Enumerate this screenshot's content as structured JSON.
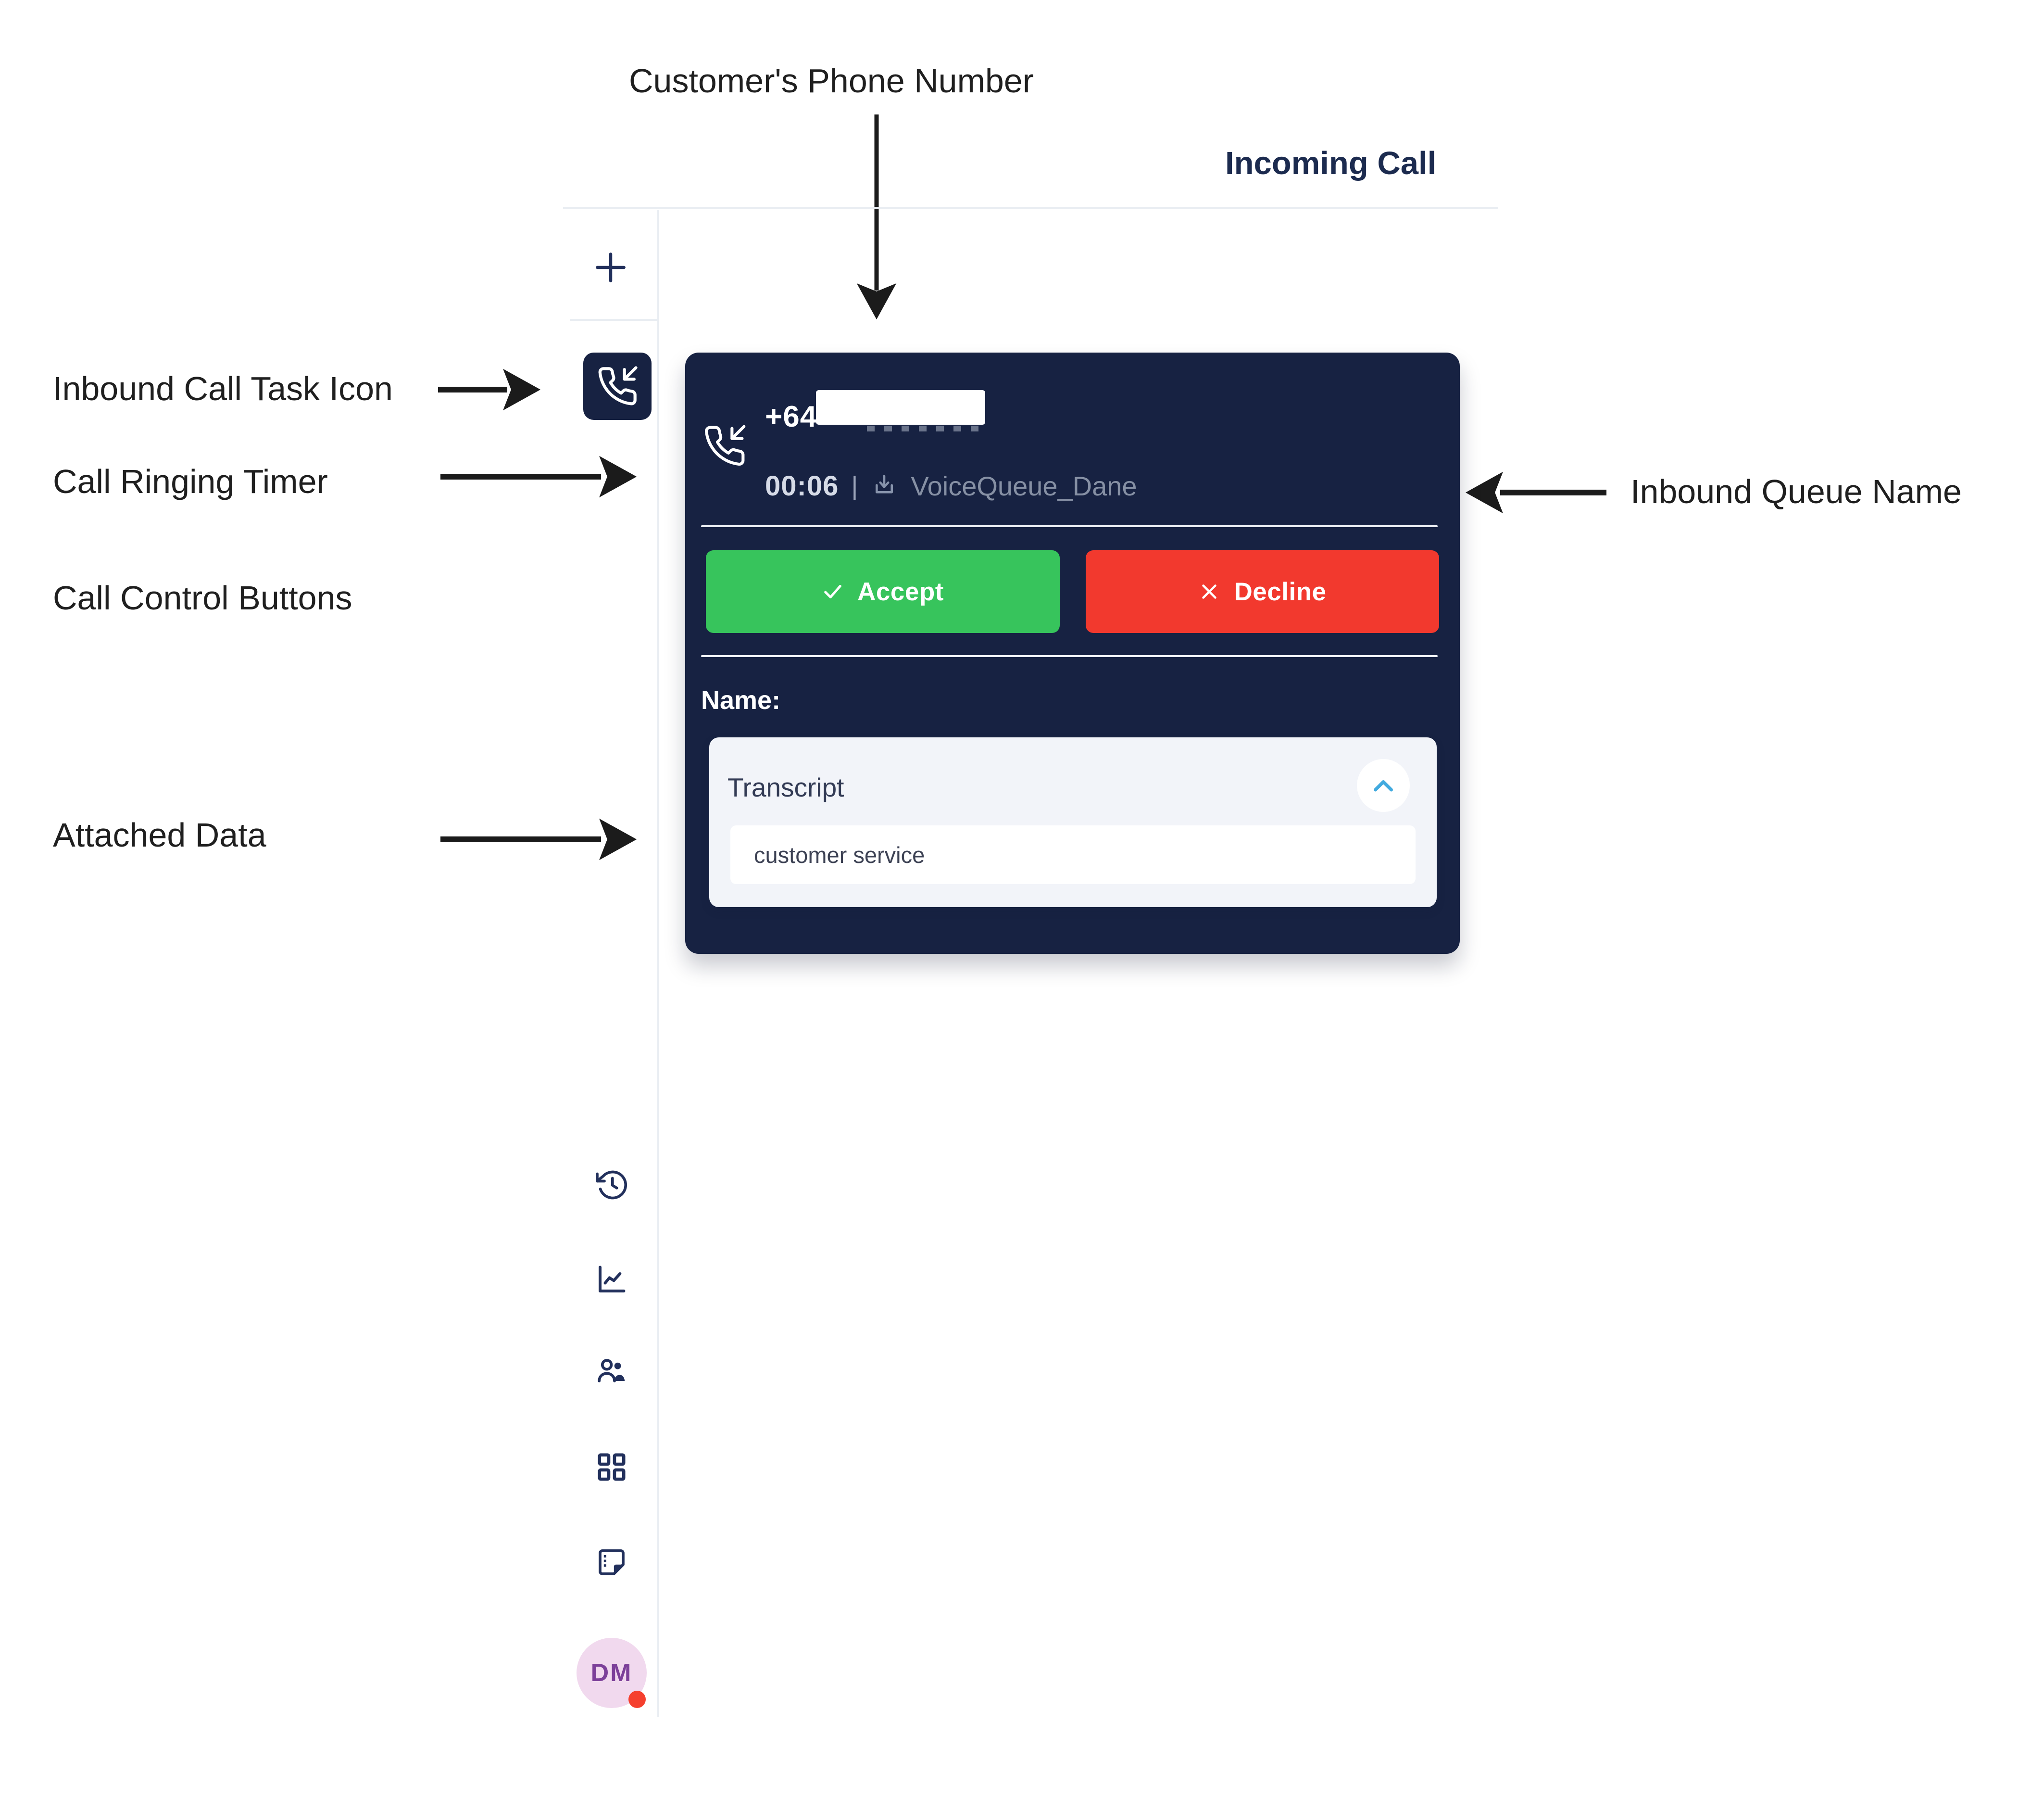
{
  "annotations": {
    "customer_phone": "Customer's Phone Number",
    "inbound_task": "Inbound Call Task Icon",
    "ringing_timer": "Call Ringing Timer",
    "call_controls": "Call Control Buttons",
    "attached_data": "Attached Data",
    "inbound_queue": "Inbound Queue Name"
  },
  "header": {
    "title": "Incoming Call"
  },
  "sidebar": {
    "icons": [
      "plus-icon",
      "phone-incoming-icon",
      "history-icon",
      "analytics-icon",
      "contacts-icon",
      "grid-icon",
      "notes-icon"
    ],
    "avatar": {
      "initials": "DM",
      "status": "busy"
    }
  },
  "call_card": {
    "phone_prefix": "+64",
    "timer": "00:06",
    "separator": "|",
    "queue_name": "VoiceQueue_Dane",
    "accept_label": "Accept",
    "decline_label": "Decline",
    "name_label": "Name:",
    "attached": {
      "title": "Transcript",
      "value": "customer service"
    }
  },
  "colors": {
    "card_navy": "#172242",
    "icon_navy": "#22305c",
    "accept_green": "#37c45c",
    "decline_red": "#f2392e",
    "chevron_blue": "#41aadf",
    "avatar_bg": "#f1d9ee",
    "avatar_text": "#7c4099",
    "presence_red": "#f5402e",
    "annotation_ink": "#1b1b1b"
  }
}
